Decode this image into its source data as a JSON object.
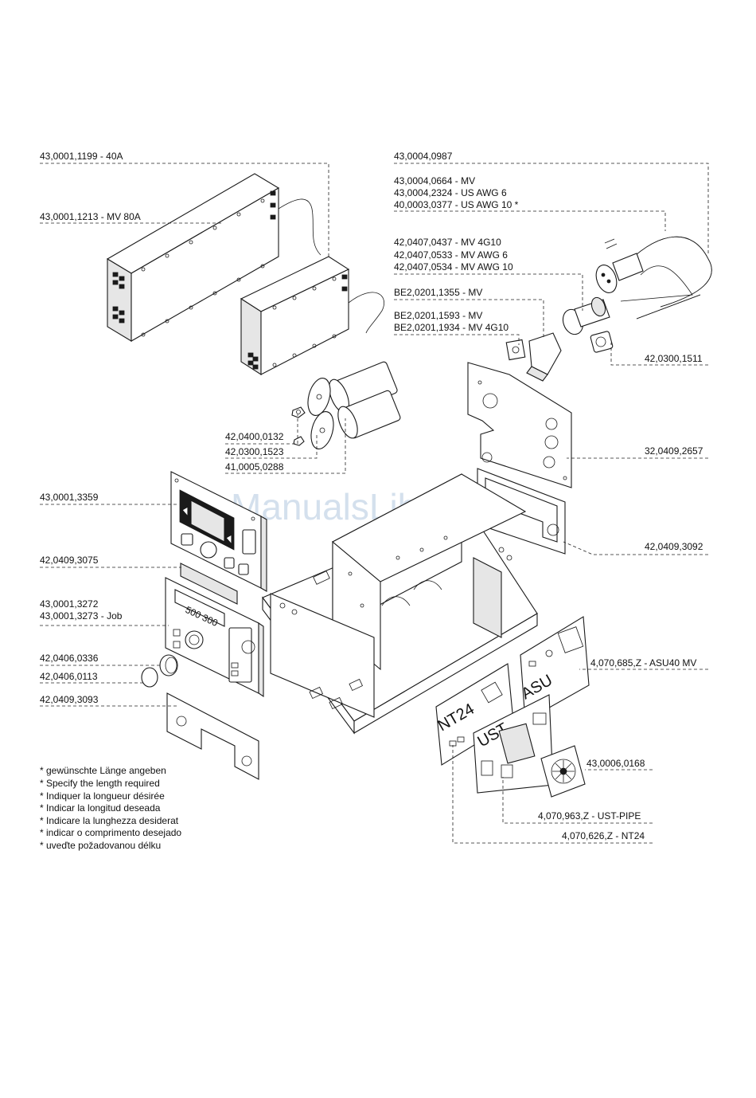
{
  "watermark": "ManualsLib.de",
  "board_labels": {
    "nt24": "NT24",
    "ust": "UST",
    "asu": "ASU"
  },
  "display_digits": "500 300",
  "part_labels": [
    {
      "id": "lbl-43-0001-1199",
      "text": "43,0001,1199 - 40A"
    },
    {
      "id": "lbl-43-0001-1213",
      "text": "43,0001,1213 - MV 80A"
    },
    {
      "id": "lbl-43-0004-0987",
      "text": "43,0004,0987"
    },
    {
      "id": "lbl-43-0004-0664",
      "text": "43,0004,0664 - MV"
    },
    {
      "id": "lbl-43-0004-2324",
      "text": "43,0004,2324 - US AWG 6"
    },
    {
      "id": "lbl-40-0003-0377",
      "text": "40,0003,0377 - US AWG 10 *"
    },
    {
      "id": "lbl-42-0407-0437",
      "text": "42,0407,0437 - MV 4G10"
    },
    {
      "id": "lbl-42-0407-0533",
      "text": "42,0407,0533 - MV AWG 6"
    },
    {
      "id": "lbl-42-0407-0534",
      "text": "42,0407,0534 - MV AWG 10"
    },
    {
      "id": "lbl-be2-0201-1355",
      "text": "BE2,0201,1355 - MV"
    },
    {
      "id": "lbl-be2-0201-1593",
      "text": "BE2,0201,1593 - MV"
    },
    {
      "id": "lbl-be2-0201-1934",
      "text": "BE2,0201,1934 - MV 4G10"
    },
    {
      "id": "lbl-42-0300-1511",
      "text": "42,0300,1511"
    },
    {
      "id": "lbl-42-0400-0132",
      "text": "42,0400,0132"
    },
    {
      "id": "lbl-42-0300-1523",
      "text": "42,0300,1523"
    },
    {
      "id": "lbl-41-0005-0288",
      "text": "41,0005,0288"
    },
    {
      "id": "lbl-32-0409-2657",
      "text": "32,0409,2657"
    },
    {
      "id": "lbl-43-0001-3359",
      "text": "43,0001,3359"
    },
    {
      "id": "lbl-42-0409-3092",
      "text": "42,0409,3092"
    },
    {
      "id": "lbl-42-0409-3075",
      "text": "42,0409,3075"
    },
    {
      "id": "lbl-43-0001-3272",
      "text": "43,0001,3272"
    },
    {
      "id": "lbl-43-0001-3273",
      "text": "43,0001,3273 - Job"
    },
    {
      "id": "lbl-42-0406-0336",
      "text": "42,0406,0336"
    },
    {
      "id": "lbl-42-0406-0113",
      "text": "42,0406,0113"
    },
    {
      "id": "lbl-42-0409-3093",
      "text": "42,0409,3093"
    },
    {
      "id": "lbl-4-070-685",
      "text": "4,070,685,Z - ASU40 MV"
    },
    {
      "id": "lbl-43-0006-0168",
      "text": "43,0006,0168"
    },
    {
      "id": "lbl-4-070-963",
      "text": "4,070,963,Z - UST-PIPE"
    },
    {
      "id": "lbl-4-070-626",
      "text": "4,070,626,Z - NT24"
    }
  ],
  "footnotes": [
    "* gewünschte Länge angeben",
    "* Specify the length required",
    "* Indiquer la longueur désirée",
    "* Indicar la longitud deseada",
    "* Indicare la lunghezza desiderat",
    "* indicar o comprimento desejado",
    "* uveďte požadovanou délku"
  ]
}
